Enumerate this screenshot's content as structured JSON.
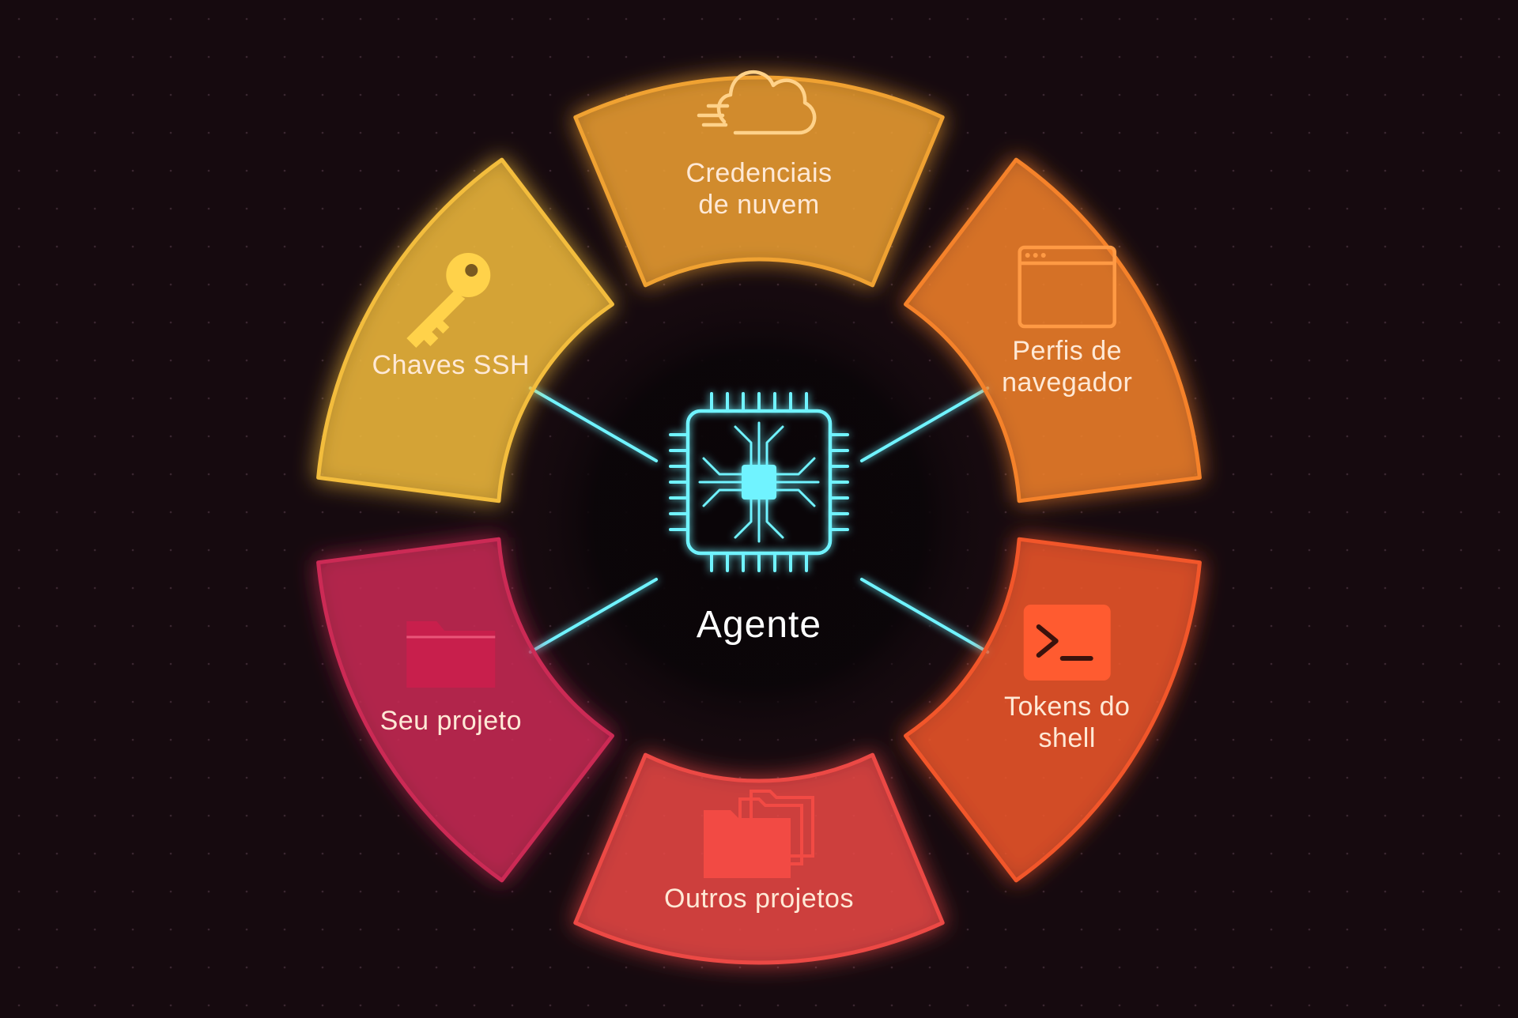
{
  "center": {
    "label": "Agente",
    "icon": "chip-icon",
    "color": "#6ff3ff"
  },
  "segments": [
    {
      "id": "cloud",
      "label_lines": [
        "Credenciais",
        "de nuvem"
      ],
      "icon": "cloud-icon",
      "color": "#f0a230"
    },
    {
      "id": "browser",
      "label_lines": [
        "Perfis de",
        "navegador"
      ],
      "icon": "browser-window-icon",
      "color": "#f5822a"
    },
    {
      "id": "shell",
      "label_lines": [
        "Tokens do",
        "shell"
      ],
      "icon": "terminal-icon",
      "color": "#f2572b"
    },
    {
      "id": "other-projects",
      "label_lines": [
        "Outros projetos"
      ],
      "icon": "folders-stack-icon",
      "color": "#ec4845"
    },
    {
      "id": "your-project",
      "label_lines": [
        "Seu projeto"
      ],
      "icon": "folder-icon",
      "color": "#cc2a55"
    },
    {
      "id": "ssh",
      "label_lines": [
        "Chaves SSH"
      ],
      "icon": "key-icon",
      "color": "#f3bd3c"
    }
  ],
  "background": "#160a0f"
}
